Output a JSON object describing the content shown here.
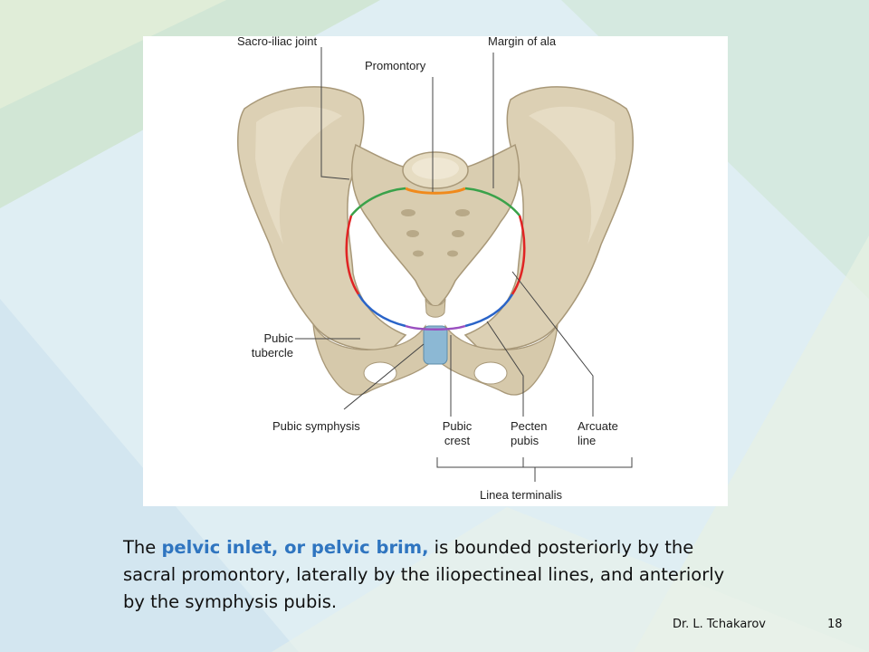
{
  "slide": {
    "author": "Dr. L. Tchakarov",
    "page_number": "18",
    "caption": {
      "part1": "The ",
      "highlight": "pelvic inlet, or pelvic brim,",
      "part2": " is bounded posteriorly by the sacral promontory, laterally by the iliopectineal lines, and anteriorly by the symphysis pubis."
    }
  },
  "figure": {
    "labels": {
      "sacro_iliac_joint": "Sacro-iliac joint",
      "promontory": "Promontory",
      "margin_of_ala": "Margin of ala",
      "pubic_tubercle_1": "Pubic",
      "pubic_tubercle_2": "tubercle",
      "pubic_symphysis": "Pubic symphysis",
      "pubic_crest_1": "Pubic",
      "pubic_crest_2": "crest",
      "pecten_pubis_1": "Pecten",
      "pecten_pubis_2": "pubis",
      "arcuate_line_1": "Arcuate",
      "arcuate_line_2": "line",
      "linea_terminalis": "Linea terminalis"
    },
    "colors": {
      "bone": "#dcd0b4",
      "bone_shadow": "#b8a988",
      "promontory": "#f08a1c",
      "ala_margin": "#3aa24a",
      "arcuate": "#e02424",
      "pecten": "#2a64c8",
      "pubic_crest": "#9a4fc0",
      "symphysis": "#8cb8d4"
    }
  }
}
